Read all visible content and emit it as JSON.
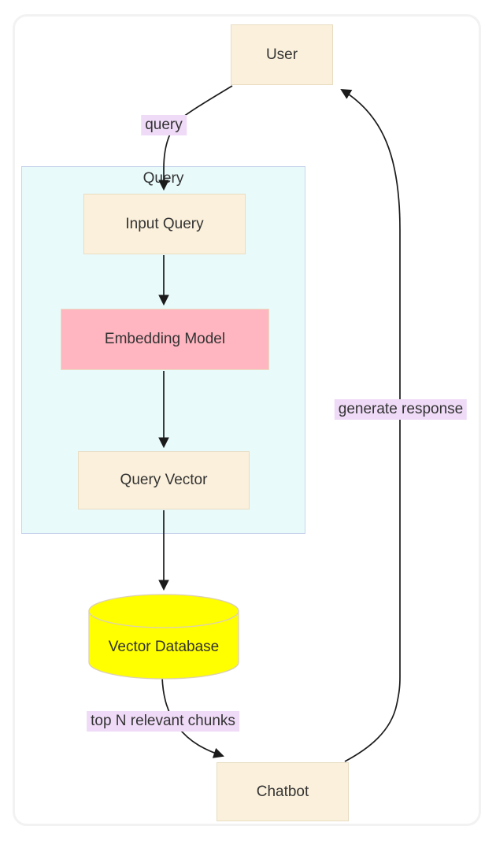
{
  "diagram": {
    "type": "flowchart",
    "direction": "top-down",
    "nodes": {
      "user": {
        "label": "User",
        "shape": "rect"
      },
      "input_query": {
        "label": "Input Query",
        "shape": "rect"
      },
      "embedding_model": {
        "label": "Embedding Model",
        "shape": "rect"
      },
      "query_vector": {
        "label": "Query Vector",
        "shape": "rect"
      },
      "vector_database": {
        "label": "Vector Database",
        "shape": "cylinder"
      },
      "chatbot": {
        "label": "Chatbot",
        "shape": "rect"
      }
    },
    "subgraph": {
      "title": "Query",
      "contains": [
        "input_query",
        "embedding_model",
        "query_vector"
      ]
    },
    "edges": [
      {
        "from": "user",
        "to": "input_query",
        "label": "query"
      },
      {
        "from": "input_query",
        "to": "embedding_model",
        "label": ""
      },
      {
        "from": "embedding_model",
        "to": "query_vector",
        "label": ""
      },
      {
        "from": "query_vector",
        "to": "vector_database",
        "label": ""
      },
      {
        "from": "vector_database",
        "to": "chatbot",
        "label": "top N relevant chunks"
      },
      {
        "from": "chatbot",
        "to": "user",
        "label": "generate response"
      }
    ],
    "colors": {
      "node_fill": "#fbf0db",
      "node_border": "#e8dcc2",
      "embedding_model_fill": "#ffb6c1",
      "vector_database_fill": "#ffff00",
      "subgraph_fill": "#e9fafb",
      "subgraph_border": "#c9d4ec",
      "edge_label_bg": "#efdbf7",
      "edge_stroke": "#1b1b1b",
      "text": "#333333",
      "frame_border": "#f2f2f3"
    }
  }
}
